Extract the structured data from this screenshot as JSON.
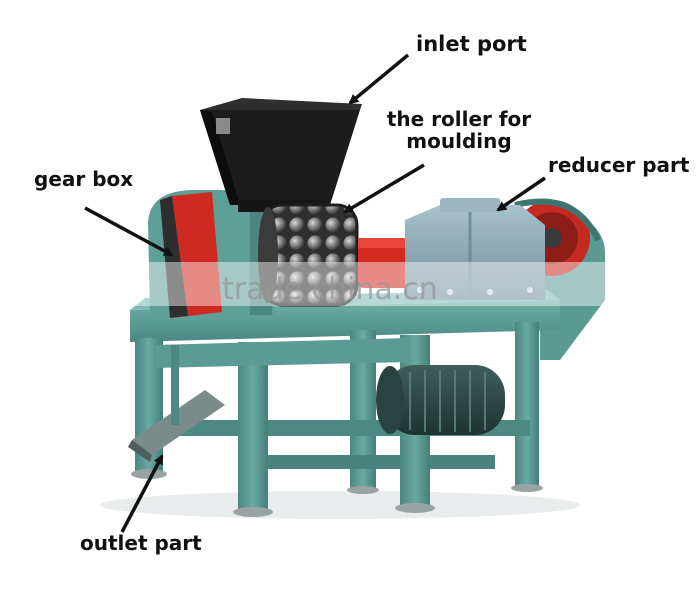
{
  "labels": {
    "inlet": "inlet port",
    "roller_line1": "the roller for",
    "roller_line2": "moulding",
    "reducer": "reducer part",
    "gear": "gear box",
    "outlet": "outlet part"
  },
  "watermark": "trade.china.cn",
  "colors": {
    "frame": "#5f9e98",
    "frame_dark": "#3f7570",
    "hopper": "#1a1a1a",
    "red_accent": "#d42a22",
    "roller": "#3a3a3a",
    "reducer": "#8ca7b2",
    "motor": "#2d4744"
  }
}
